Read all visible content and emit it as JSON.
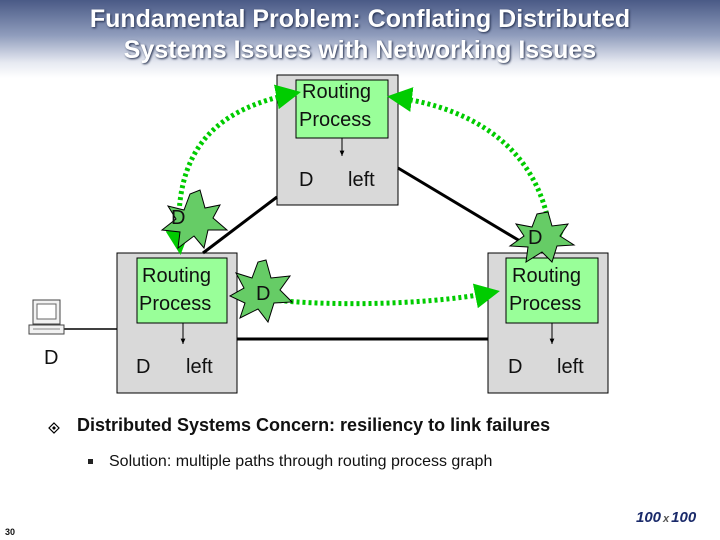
{
  "slide": {
    "title_line1": "Fundamental Problem: Conflating Distributed",
    "title_line2": "Systems Issues with Networking Issues",
    "number": "30"
  },
  "diagram": {
    "top_node": {
      "process_line1": "Routing",
      "process_line2": "Process",
      "d_label": "D",
      "left_label": "left"
    },
    "left_node": {
      "process_line1": "Routing",
      "process_line2": "Process",
      "d_label": "D",
      "left_label": "left"
    },
    "right_node": {
      "process_line1": "Routing",
      "process_line2": "Process",
      "d_label": "D",
      "left_label": "left"
    },
    "starbursts": [
      "D",
      "D",
      "D"
    ],
    "host_label": "D",
    "colors": {
      "process_fill": "#99ff99",
      "node_fill": "#d9d9d9",
      "burst_fill": "#66cc66",
      "link_color": "#00cc00"
    }
  },
  "bullets": {
    "level1": "Distributed Systems Concern: resiliency to link failures",
    "level2": "Solution: multiple paths through routing process graph"
  },
  "logo": {
    "part1": "100",
    "part2": "x",
    "part3": "100"
  }
}
